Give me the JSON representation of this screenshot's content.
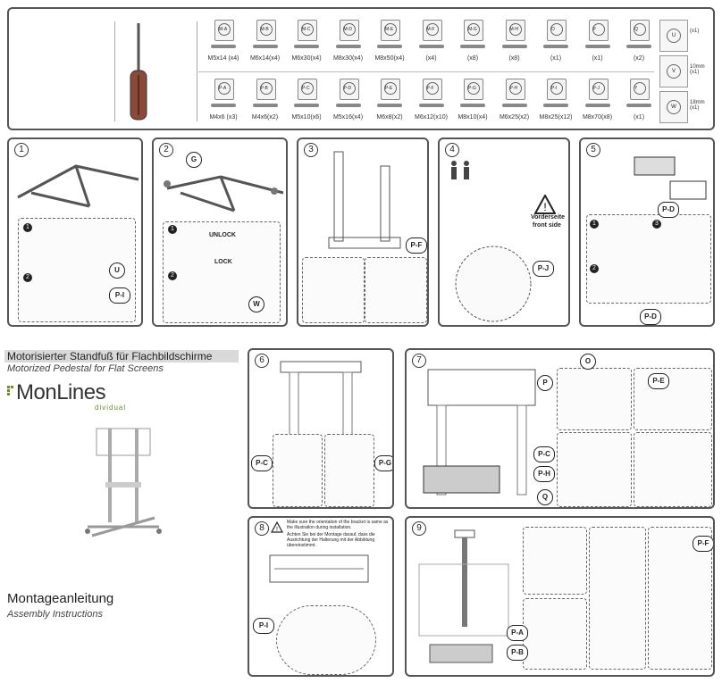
{
  "cover": {
    "title_de": "Motorisierter Standfuß für Flachbildschirme",
    "title_en": "Motorized Pedestal for Flat Screens",
    "brand": "MonLines",
    "brand_sub": "dividual",
    "manual_de": "Montageanleitung",
    "manual_en": "Assembly Instructions"
  },
  "hardware_top": [
    {
      "code": "M-A",
      "desc": "M5x14 (x4)"
    },
    {
      "code": "M-B",
      "desc": "M6x14(x4)"
    },
    {
      "code": "M-C",
      "desc": "M6x30(x4)"
    },
    {
      "code": "M-D",
      "desc": "M8x30(x4)"
    },
    {
      "code": "M-E",
      "desc": "M8x50(x4)"
    },
    {
      "code": "M-F",
      "desc": "(x4)"
    },
    {
      "code": "M-G",
      "desc": "(x8)"
    },
    {
      "code": "M-H",
      "desc": "(x8)"
    },
    {
      "code": "O",
      "desc": "(x1)"
    },
    {
      "code": "P",
      "desc": "(x1)"
    },
    {
      "code": "Q",
      "desc": "(x2)"
    }
  ],
  "hardware_bottom": [
    {
      "code": "P-A",
      "desc": "M4x6 (x3)"
    },
    {
      "code": "P-B",
      "desc": "M4x6(x2)"
    },
    {
      "code": "P-C",
      "desc": "M5x10(x6)"
    },
    {
      "code": "P-D",
      "desc": "M5x16(x4)"
    },
    {
      "code": "P-E",
      "desc": "M6x8(x2)"
    },
    {
      "code": "P-F",
      "desc": "M6x12(x10)"
    },
    {
      "code": "P-G",
      "desc": "M8x10(x4)"
    },
    {
      "code": "P-H",
      "desc": "M6x25(x2)"
    },
    {
      "code": "P-I",
      "desc": "M8x25(x12)"
    },
    {
      "code": "P-J",
      "desc": "M8x70(x8)"
    },
    {
      "code": "Y",
      "desc": "(x1)"
    }
  ],
  "hardware_side": [
    {
      "code": "U",
      "desc": "(x1)"
    },
    {
      "code": "V",
      "desc": "10mm (x1)"
    },
    {
      "code": "W",
      "desc": "18mm (x1)"
    }
  ],
  "steps": {
    "s1": {
      "num": "1",
      "u": "U",
      "pi": "P-I"
    },
    "s2": {
      "num": "2",
      "g": "G",
      "unlock": "UNLOCK",
      "lock": "LOCK",
      "w": "W"
    },
    "s3": {
      "num": "3",
      "pf": "P-F"
    },
    "s4": {
      "num": "4",
      "front_de": "Vorderseite",
      "front_en": "front side",
      "pj": "P-J"
    },
    "s5": {
      "num": "5",
      "pd1": "P-D",
      "pd2": "P-D"
    },
    "s6": {
      "num": "6",
      "pc": "P-C",
      "pg": "P-G"
    },
    "s7": {
      "num": "7",
      "o": "O",
      "p": "P",
      "pe": "P-E",
      "pc": "P-C",
      "ph": "P-H",
      "q": "Q"
    },
    "s8": {
      "num": "8",
      "note_en": "Make sure the orientation of the bracket is same as the illustration during installation.",
      "note_de": "Achten Sie bei der Montage darauf, dass die Ausrichtung der Halterung mit der Abbildung übereinstimmt.",
      "pi": "P-I"
    },
    "s9": {
      "num": "9",
      "pf": "P-F",
      "pa": "P-A",
      "pb": "P-B"
    }
  }
}
